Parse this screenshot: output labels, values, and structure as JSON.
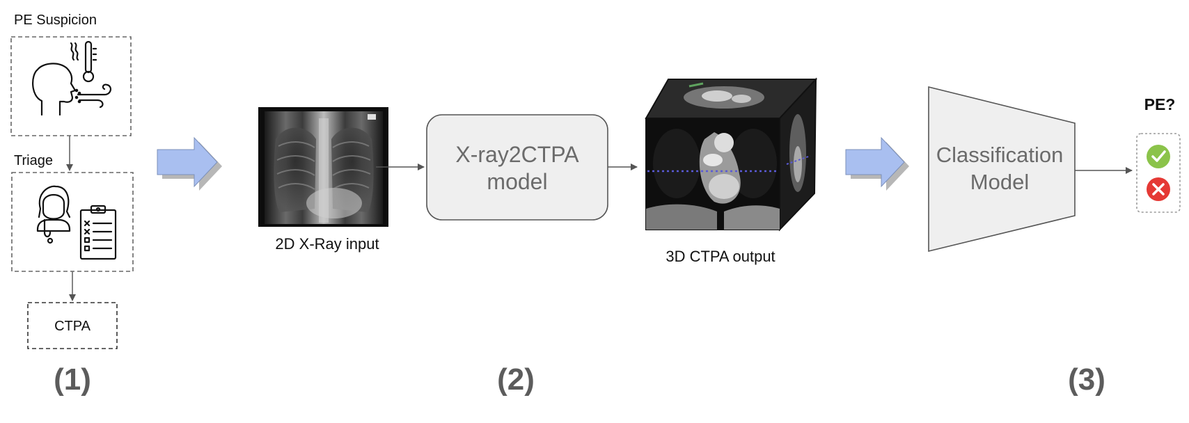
{
  "stage1": {
    "suspicion_label": "PE Suspicion",
    "triage_label": "Triage",
    "ctpa_label": "CTPA",
    "step_label": "(1)",
    "patient_icon": "patient-symptoms-icon",
    "doctor_icon": "doctor-checklist-icon"
  },
  "stage2": {
    "xray_caption": "2D X-Ray input",
    "model_line1": "X-ray2CTPA",
    "model_line2": "model",
    "ctpa_caption": "3D CTPA output",
    "step_label": "(2)"
  },
  "stage3": {
    "classifier_line1": "Classification",
    "classifier_line2": "Model",
    "question": "PE?",
    "step_label": "(3)",
    "positive_icon": "check-circle-icon",
    "negative_icon": "x-circle-icon"
  },
  "colors": {
    "arrow_fill": "#a9bff0",
    "model_fill": "#efefef",
    "check_green": "#8bc34a",
    "cross_red": "#e53935"
  }
}
